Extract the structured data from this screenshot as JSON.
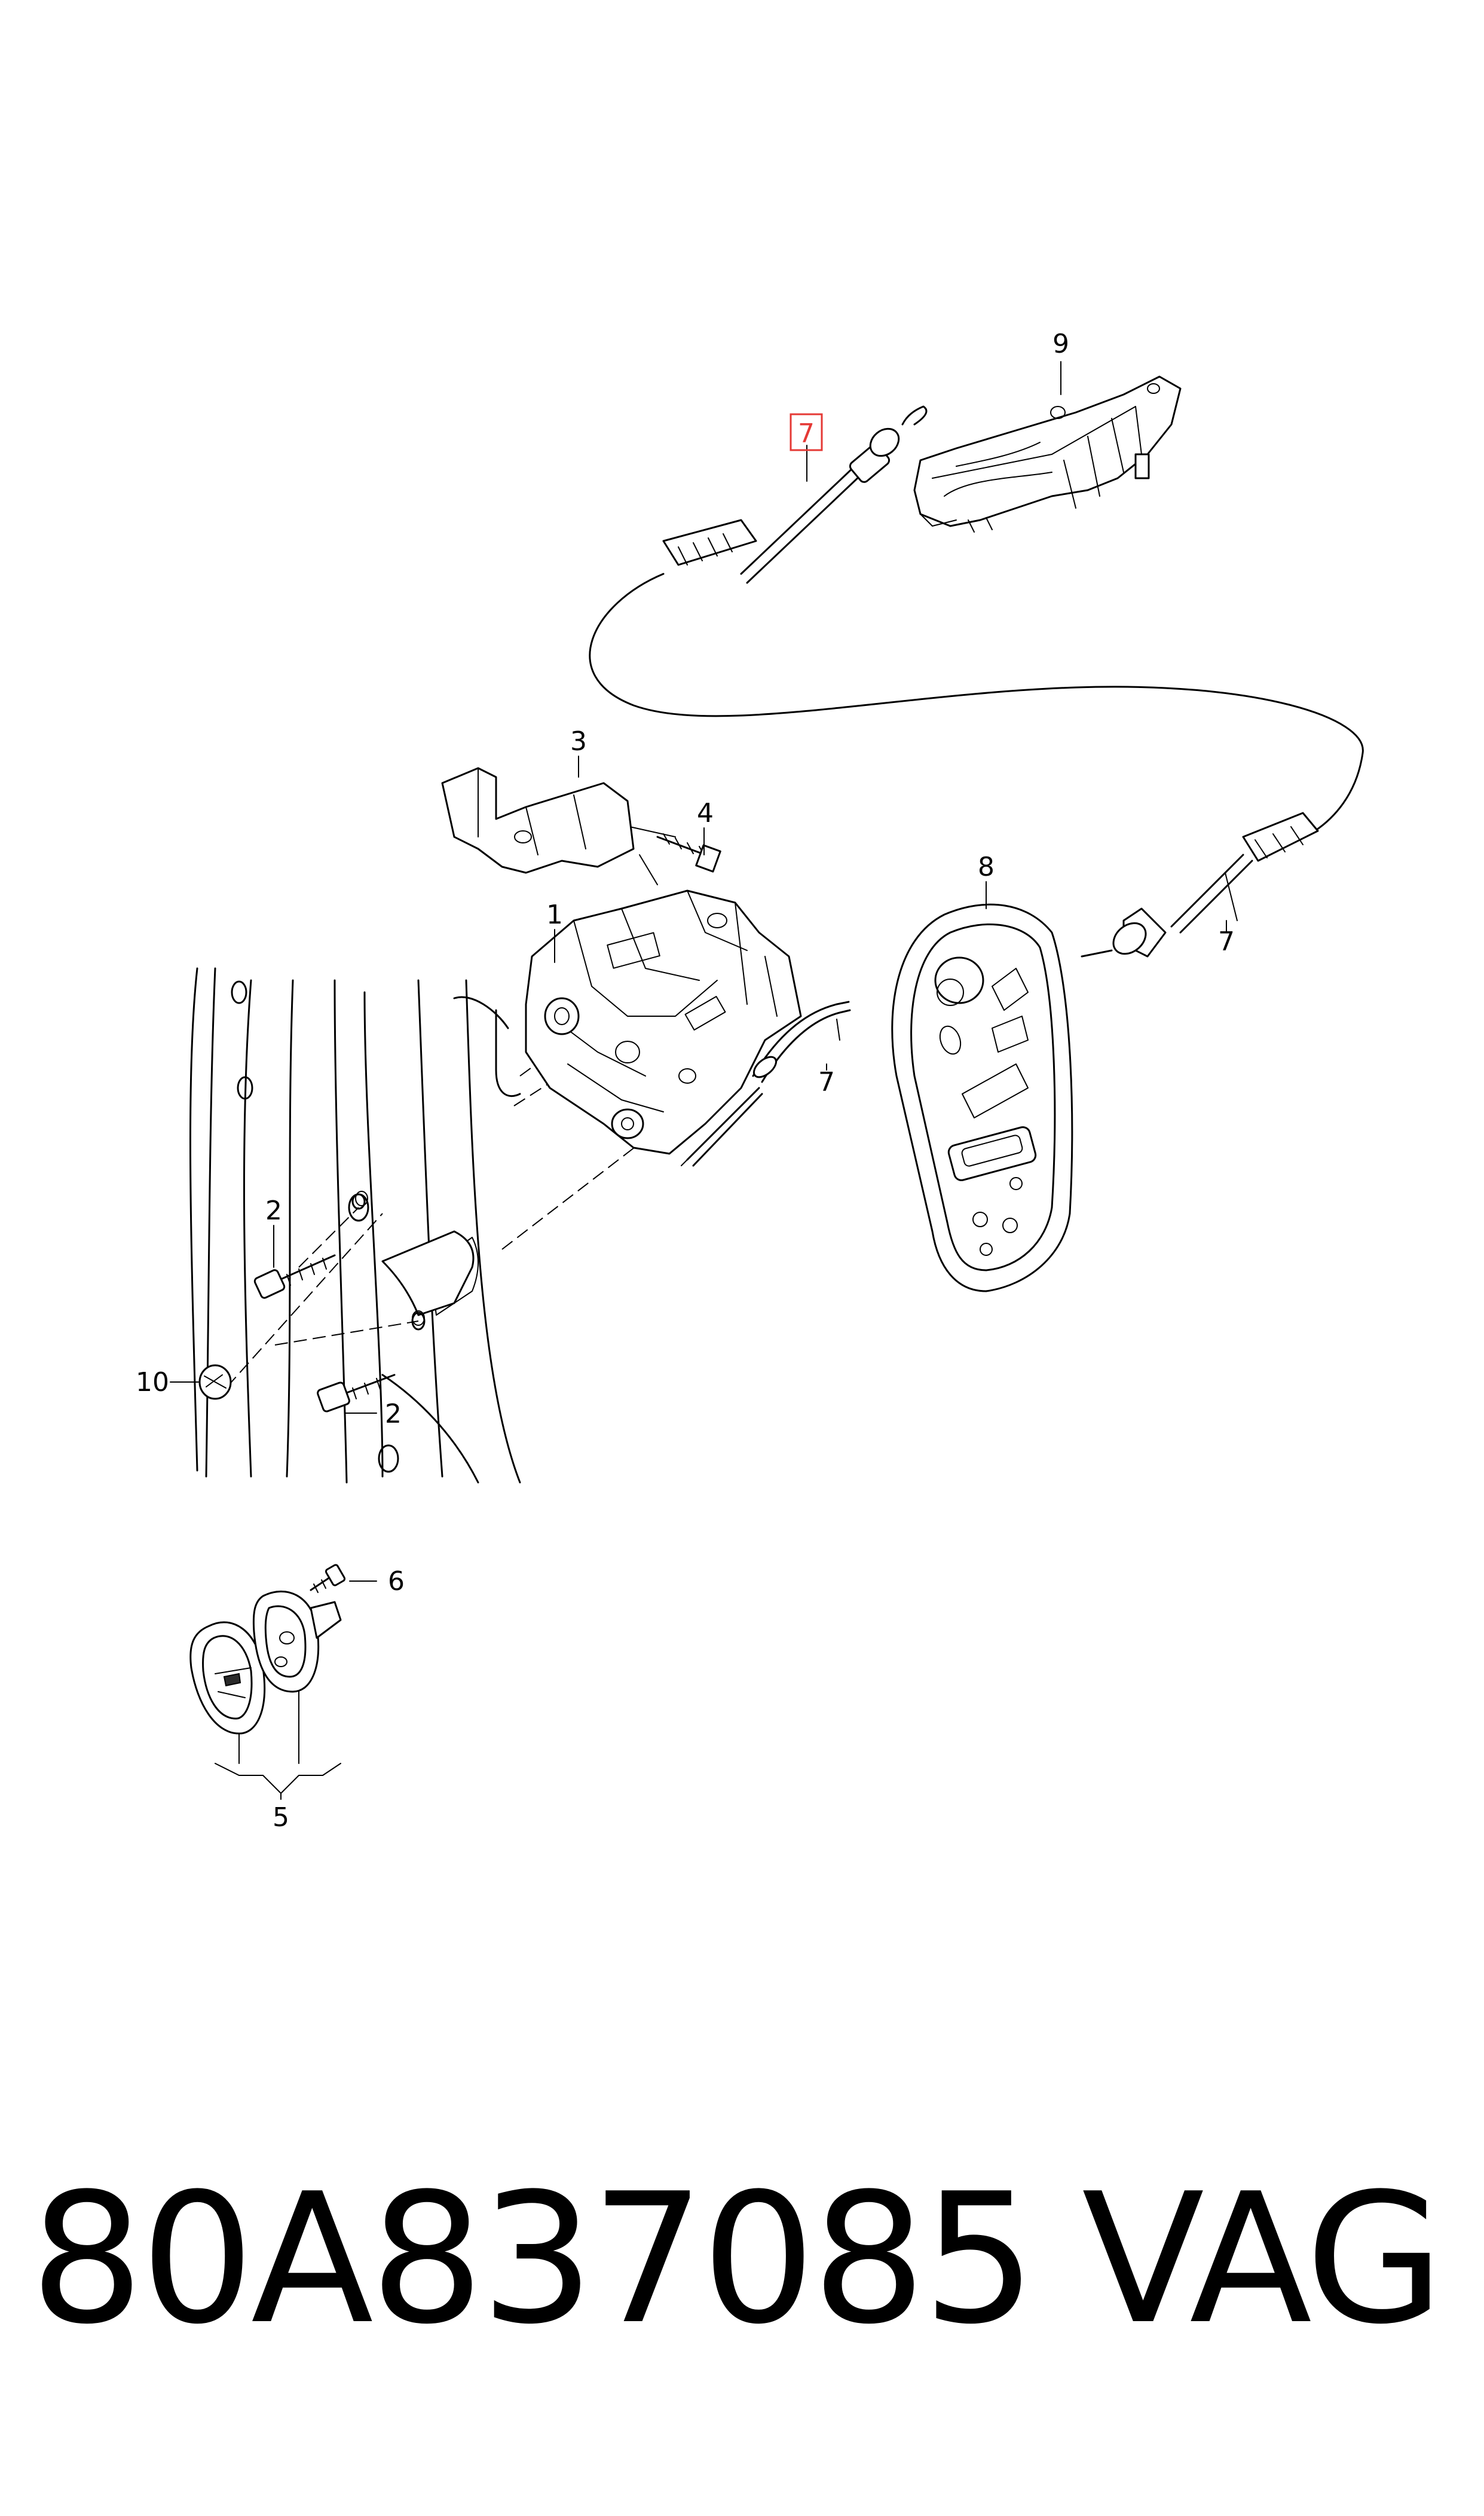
{
  "diagram": {
    "callouts": {
      "c1": "1",
      "c2a": "2",
      "c2b": "2",
      "c3": "3",
      "c4": "4",
      "c5": "5",
      "c6": "6",
      "c7_top": "7",
      "c7_mid": "7",
      "c7_right": "7",
      "c8": "8",
      "c9": "9",
      "c10": "10"
    },
    "highlight": {
      "callout": "7",
      "color": "#e53935"
    }
  },
  "footer": {
    "part_number": "80A837085",
    "brand": "VAG"
  }
}
